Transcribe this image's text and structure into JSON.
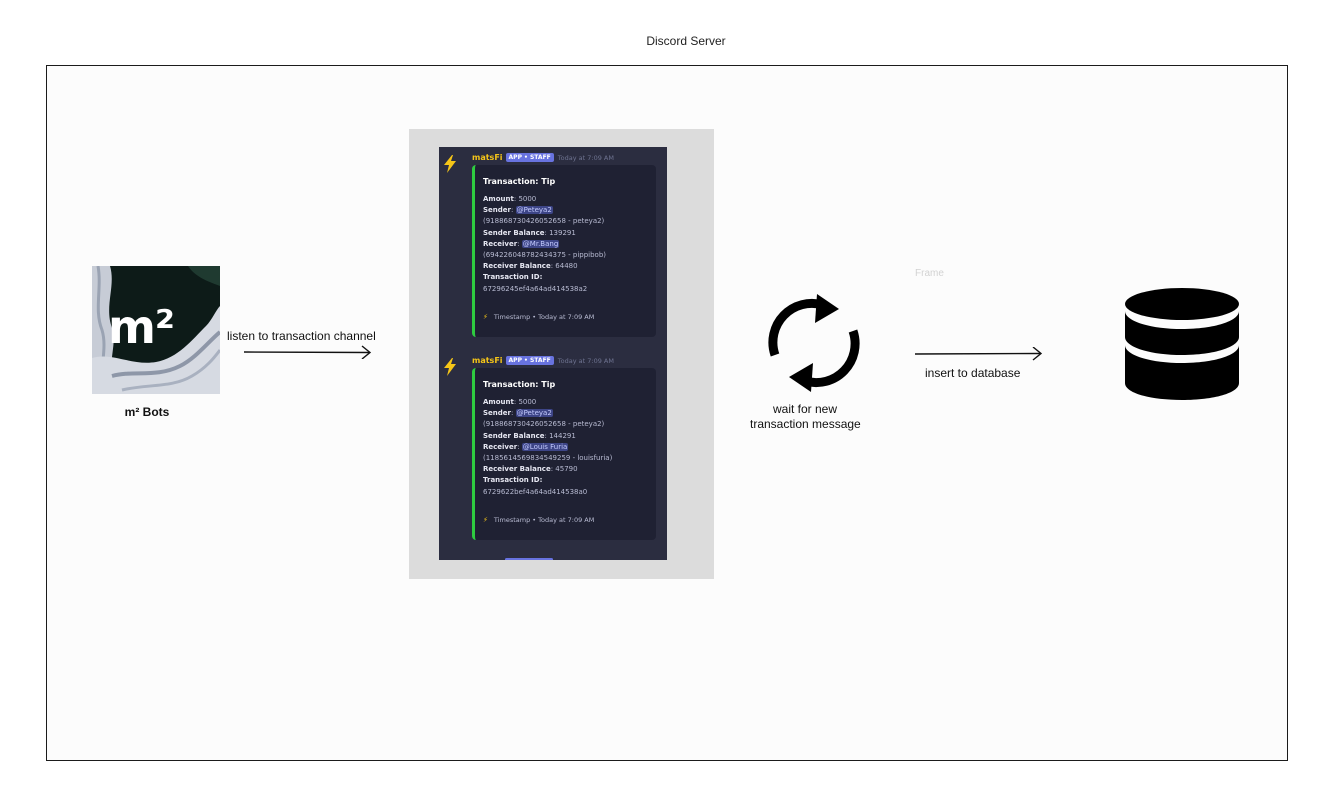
{
  "frame": {
    "title": "Discord Server",
    "ghost_label": "Frame"
  },
  "bot": {
    "logo_text": "m²",
    "name": "m² Bots"
  },
  "flow": {
    "listen_label": "listen to transaction channel",
    "wait_label_line1": "wait for new",
    "wait_label_line2": "transaction  message",
    "insert_label": "insert to database"
  },
  "icons": {
    "bot_logo": "m2-bots-logo",
    "refresh": "refresh-cycle-icon",
    "database": "database-icon",
    "arrow": "arrow-right-icon",
    "bolt": "lightning-bolt-icon"
  },
  "colors": {
    "discord_bg": "#2b2d40",
    "embed_bg": "#1f2133",
    "embed_border": "#2ecc40",
    "author": "#f5c518",
    "tag": "#6873e0"
  },
  "messages": [
    {
      "author": "matsFi",
      "tag": "APP • STAFF",
      "time": "Today at 7:09 AM",
      "title": "Transaction: Tip",
      "amount_label": "Amount",
      "amount": "5000",
      "sender_label": "Sender",
      "sender": "@Peteya2",
      "sender_id": "(918868730426052658 - peteya2)",
      "sender_balance_label": "Sender Balance",
      "sender_balance": "139291",
      "receiver_label": "Receiver",
      "receiver": "@Mr.Bang",
      "receiver_id": "(694226048782434375 - pippibob)",
      "receiver_balance_label": "Receiver Balance",
      "receiver_balance": "64480",
      "tx_label": "Transaction ID:",
      "tx_id": "67296245ef4a64ad414538a2",
      "footer": "Timestamp • Today at 7:09 AM"
    },
    {
      "author": "matsFi",
      "tag": "APP • STAFF",
      "time": "Today at 7:09 AM",
      "title": "Transaction: Tip",
      "amount_label": "Amount",
      "amount": "5000",
      "sender_label": "Sender",
      "sender": "@Peteya2",
      "sender_id": "(918868730426052658 - peteya2)",
      "sender_balance_label": "Sender Balance",
      "sender_balance": "144291",
      "receiver_label": "Receiver",
      "receiver": "@Louis Furia",
      "receiver_id": "(1185614569834549259 - louisfuria)",
      "receiver_balance_label": "Receiver Balance",
      "receiver_balance": "45790",
      "tx_label": "Transaction ID:",
      "tx_id": "6729622bef4a64ad414538a0",
      "footer": "Timestamp • Today at 7:09 AM"
    }
  ]
}
